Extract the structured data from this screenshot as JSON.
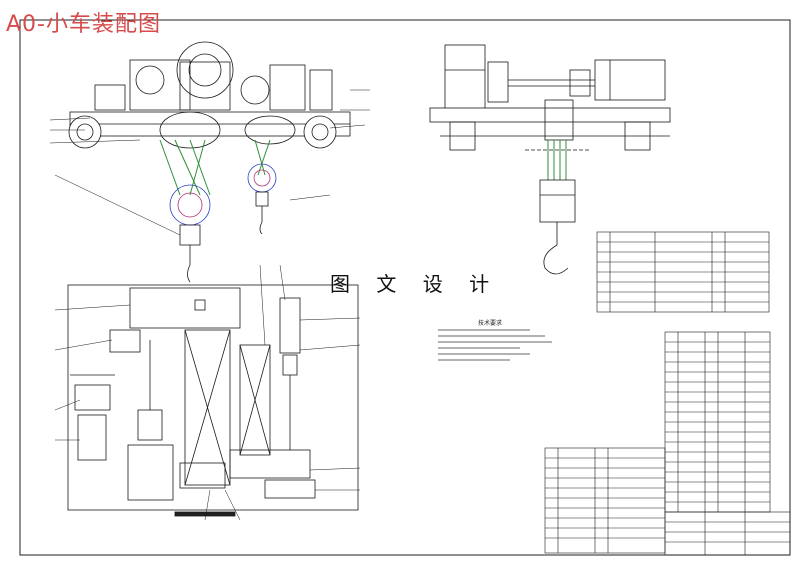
{
  "drawing": {
    "title": "A0-小车装配图",
    "watermark": "图 文 设 计",
    "notes_heading": "技术要求"
  },
  "colors": {
    "title_red": "#d94b4b",
    "line_dark": "#1a1a1a",
    "outline_blue": "#2b3fbf",
    "rope_green": "#2f8f3a",
    "magenta_accent": "#b0307a"
  }
}
